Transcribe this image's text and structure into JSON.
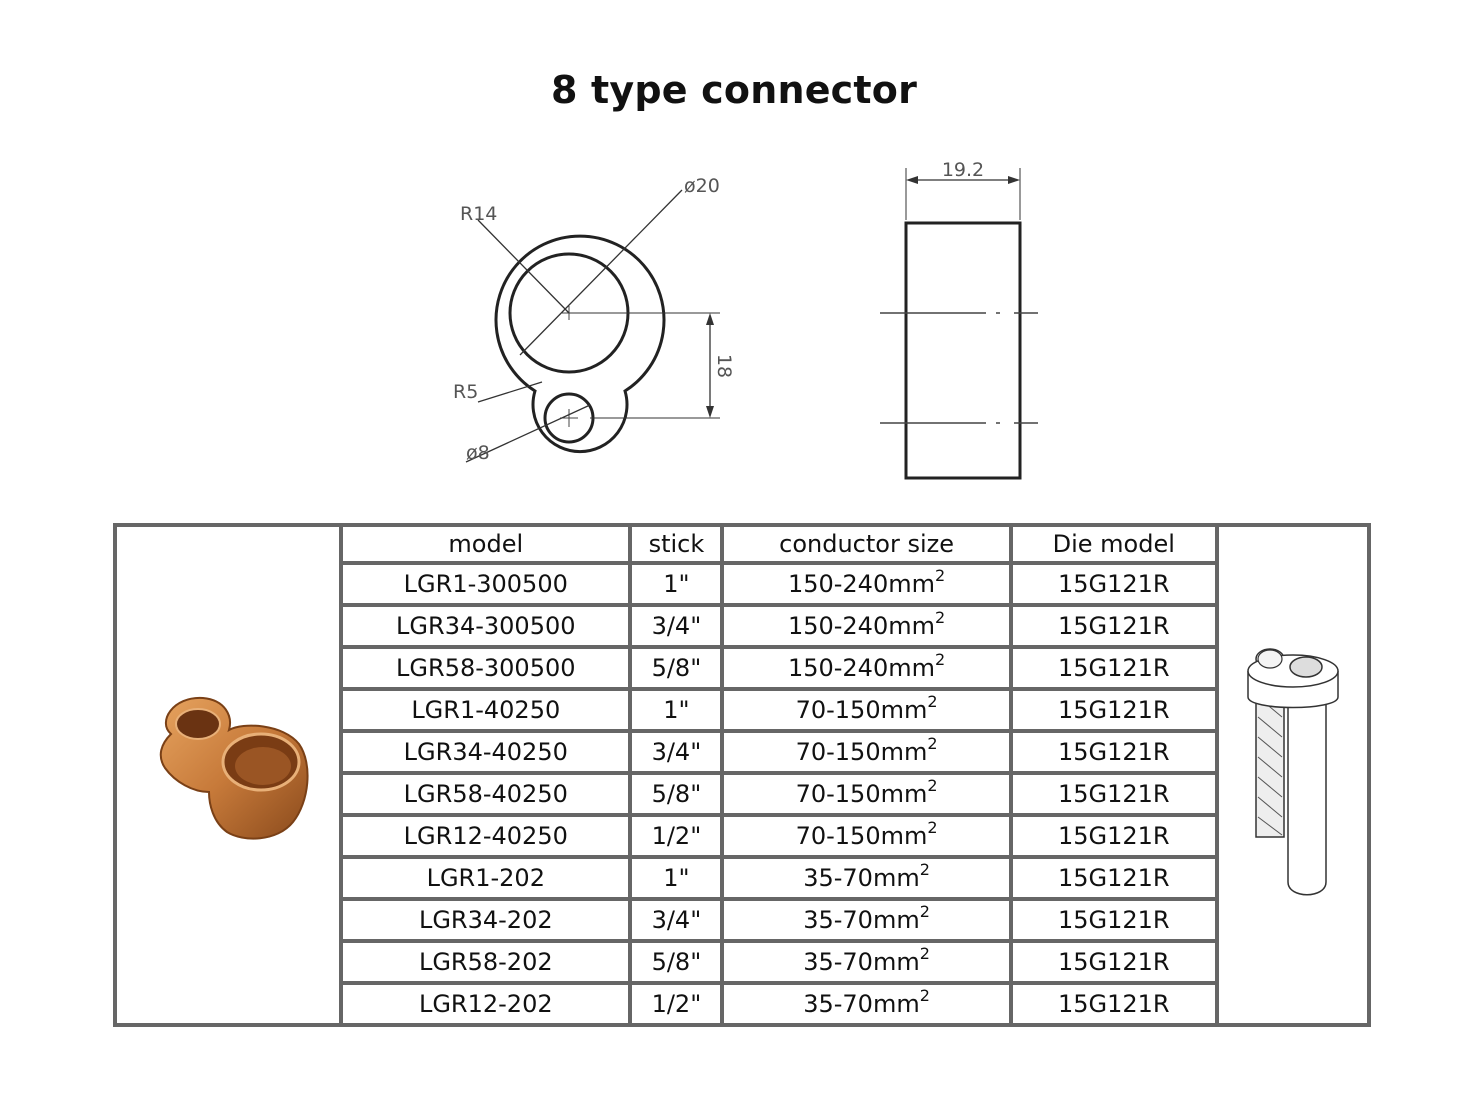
{
  "title": "8 type connector",
  "drawing": {
    "dims": {
      "r14": "R14",
      "d20": "ø20",
      "r5": "R5",
      "d8": "ø8",
      "h18": "18",
      "w192": "19.2"
    }
  },
  "table": {
    "headers": {
      "model": "model",
      "stick": "stick",
      "conductor": "conductor size",
      "die": "Die model"
    },
    "unit": "mm",
    "unit_power": "2",
    "rows": [
      {
        "model": "LGR1-300500",
        "stick": "1\"",
        "conductor": "150-240",
        "die": "15G121R"
      },
      {
        "model": "LGR34-300500",
        "stick": "3/4\"",
        "conductor": "150-240",
        "die": "15G121R"
      },
      {
        "model": "LGR58-300500",
        "stick": "5/8\"",
        "conductor": "150-240",
        "die": "15G121R"
      },
      {
        "model": "LGR1-40250",
        "stick": "1\"",
        "conductor": "70-150",
        "die": "15G121R"
      },
      {
        "model": "LGR34-40250",
        "stick": "3/4\"",
        "conductor": "70-150",
        "die": "15G121R"
      },
      {
        "model": "LGR58-40250",
        "stick": "5/8\"",
        "conductor": "70-150",
        "die": "15G121R"
      },
      {
        "model": "LGR12-40250",
        "stick": "1/2\"",
        "conductor": "70-150",
        "die": "15G121R"
      },
      {
        "model": "LGR1-202",
        "stick": "1\"",
        "conductor": "35-70",
        "die": "15G121R"
      },
      {
        "model": "LGR34-202",
        "stick": "3/4\"",
        "conductor": "35-70",
        "die": "15G121R"
      },
      {
        "model": "LGR58-202",
        "stick": "5/8\"",
        "conductor": "35-70",
        "die": "15G121R"
      },
      {
        "model": "LGR12-202",
        "stick": "1/2\"",
        "conductor": "35-70",
        "die": "15G121R"
      }
    ]
  },
  "colors": {
    "copper": "#c77a3a",
    "line": "#222222",
    "border": "#666666"
  }
}
